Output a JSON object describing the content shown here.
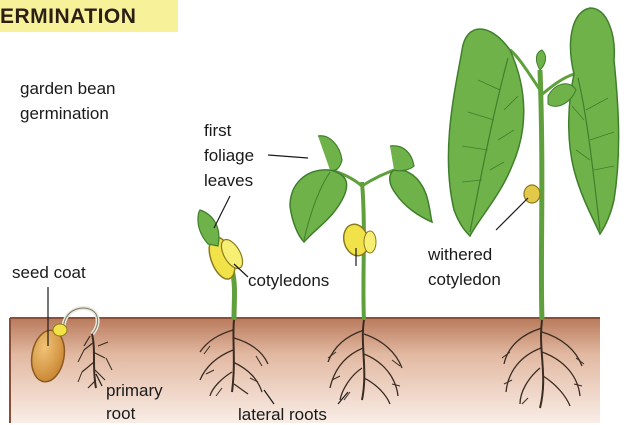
{
  "title": "ERMINATION",
  "subtitle_lines": [
    "garden bean",
    "germination"
  ],
  "labels": {
    "first_foliage_leaves": [
      "first",
      "foliage",
      "leaves"
    ],
    "seed_coat": "seed coat",
    "cotyledons": "cotyledons",
    "withered_cotyledon": [
      "withered",
      "cotyledon"
    ],
    "primary_root": [
      "primary",
      "root"
    ],
    "lateral_roots": "lateral roots"
  },
  "colors": {
    "title_bg": "#f7f19a",
    "soil_top": "#b97a5c",
    "soil_bottom": "#f6e6dc",
    "leaf": "#6fb24a",
    "leaf_dark": "#3f7f2c",
    "stem": "#5f9f3c",
    "cotyledon": "#f1e24a",
    "seed": "#d99a3c",
    "root": "#3a2c22"
  },
  "stages": [
    "seed",
    "hook",
    "cotyledons-open",
    "mature"
  ]
}
